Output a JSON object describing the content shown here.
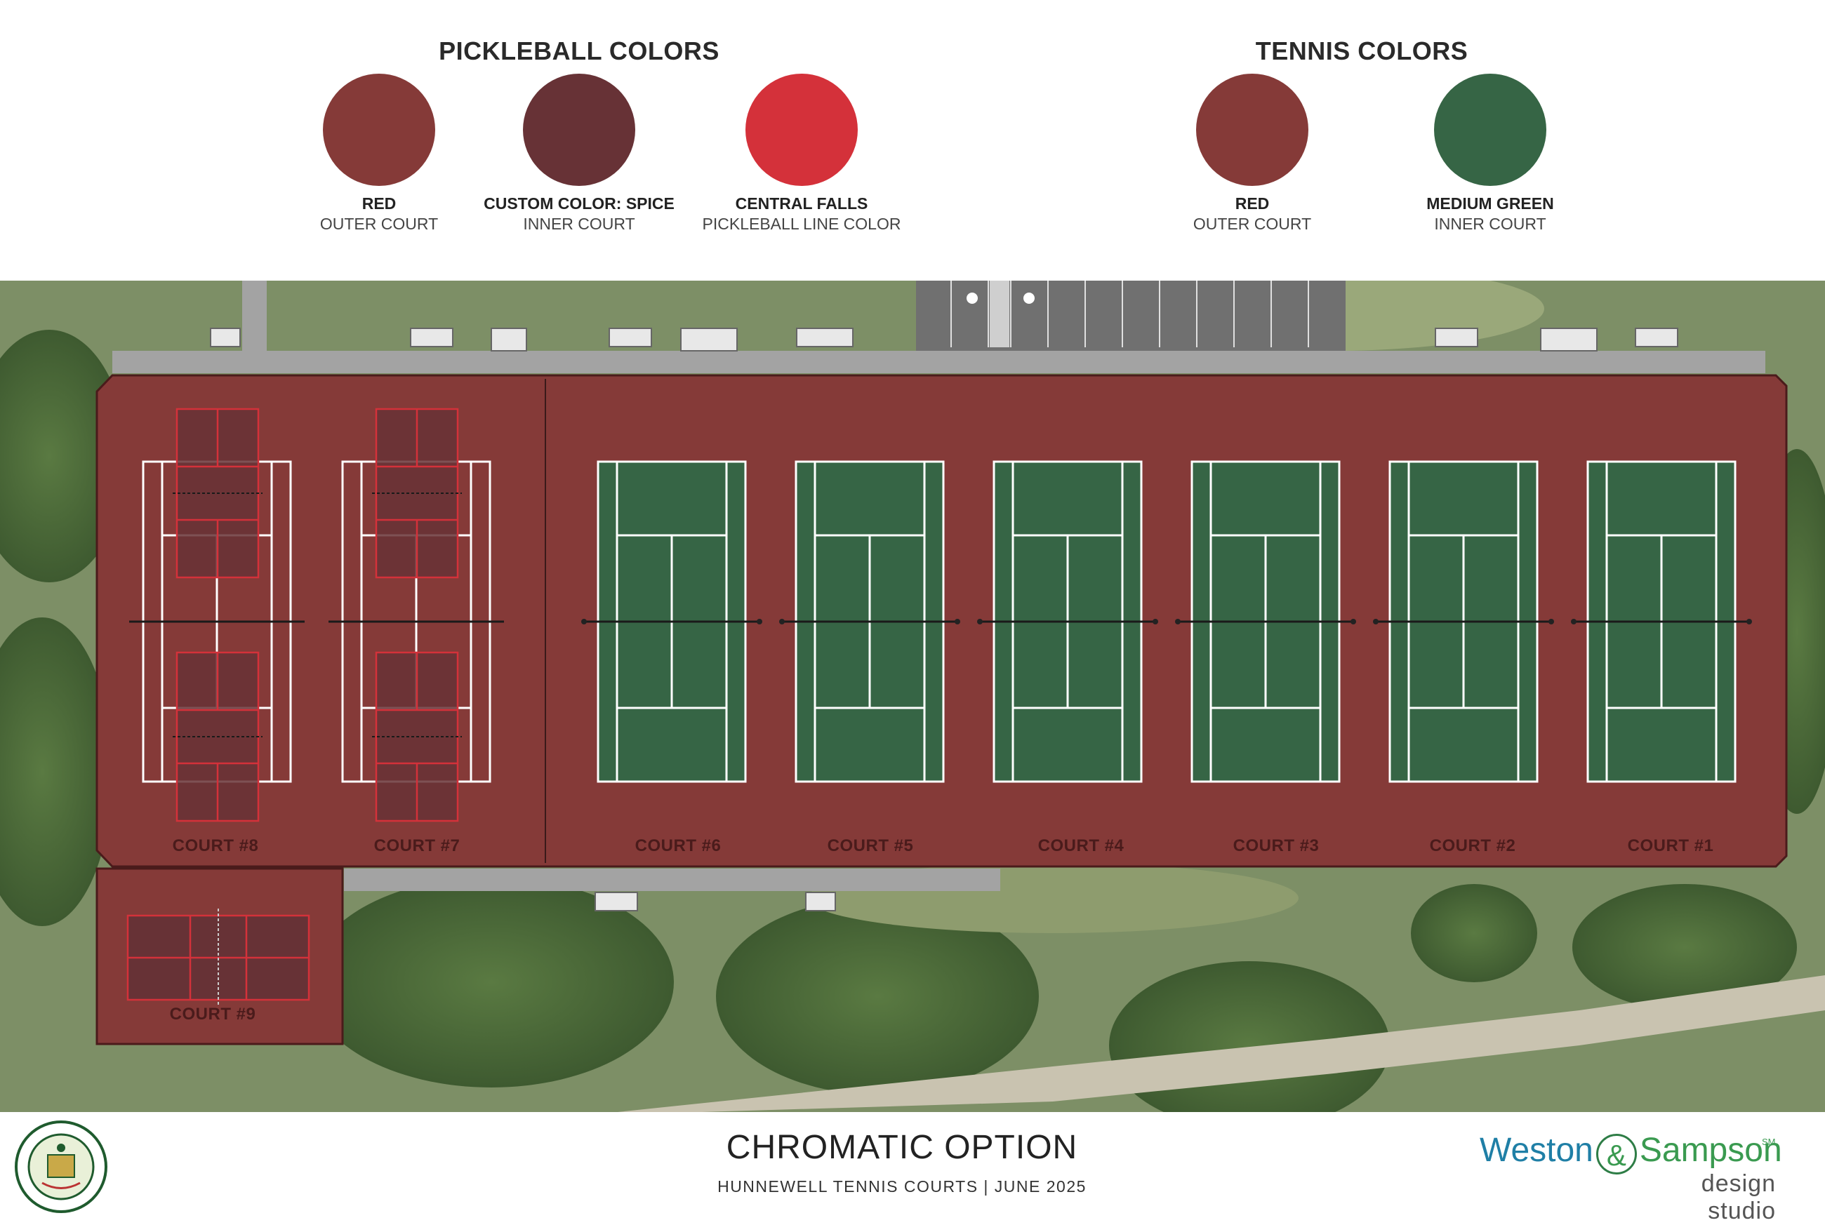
{
  "legend": {
    "pickleball": {
      "title": "PICKLEBALL COLORS",
      "swatches": [
        {
          "name": "RED",
          "sub": "OUTER COURT",
          "color": "#853a38"
        },
        {
          "name": "CUSTOM COLOR: SPICE",
          "sub": "INNER COURT",
          "color": "#673236"
        },
        {
          "name": "CENTRAL FALLS",
          "sub": "PICKLEBALL LINE COLOR",
          "color": "#d4313a"
        }
      ]
    },
    "tennis": {
      "title": "TENNIS COLORS",
      "swatches": [
        {
          "name": "RED",
          "sub": "OUTER COURT",
          "color": "#853a38"
        },
        {
          "name": "MEDIUM GREEN",
          "sub": "INNER COURT",
          "color": "#366545"
        }
      ]
    }
  },
  "courts": {
    "labels": [
      "COURT #8",
      "COURT #7",
      "COURT #6",
      "COURT #5",
      "COURT #4",
      "COURT #3",
      "COURT #2",
      "COURT #1",
      "COURT #9"
    ]
  },
  "colors": {
    "outer_court": "#853a38",
    "inner_spice": "#673236",
    "pickle_line": "#d4313a",
    "tennis_green": "#366545",
    "court_line": "#ffffff",
    "walkway": "#a3a3a3"
  },
  "footer": {
    "title": "CHROMATIC OPTION",
    "subtitle": "HUNNEWELL TENNIS COURTS | JUNE 2025",
    "brand_left": "Weston",
    "brand_amp": "&",
    "brand_right": "Sampson",
    "brand_mark": "SM",
    "brand_sub": "design studio"
  },
  "seal": {
    "icon": "town-seal-icon"
  }
}
